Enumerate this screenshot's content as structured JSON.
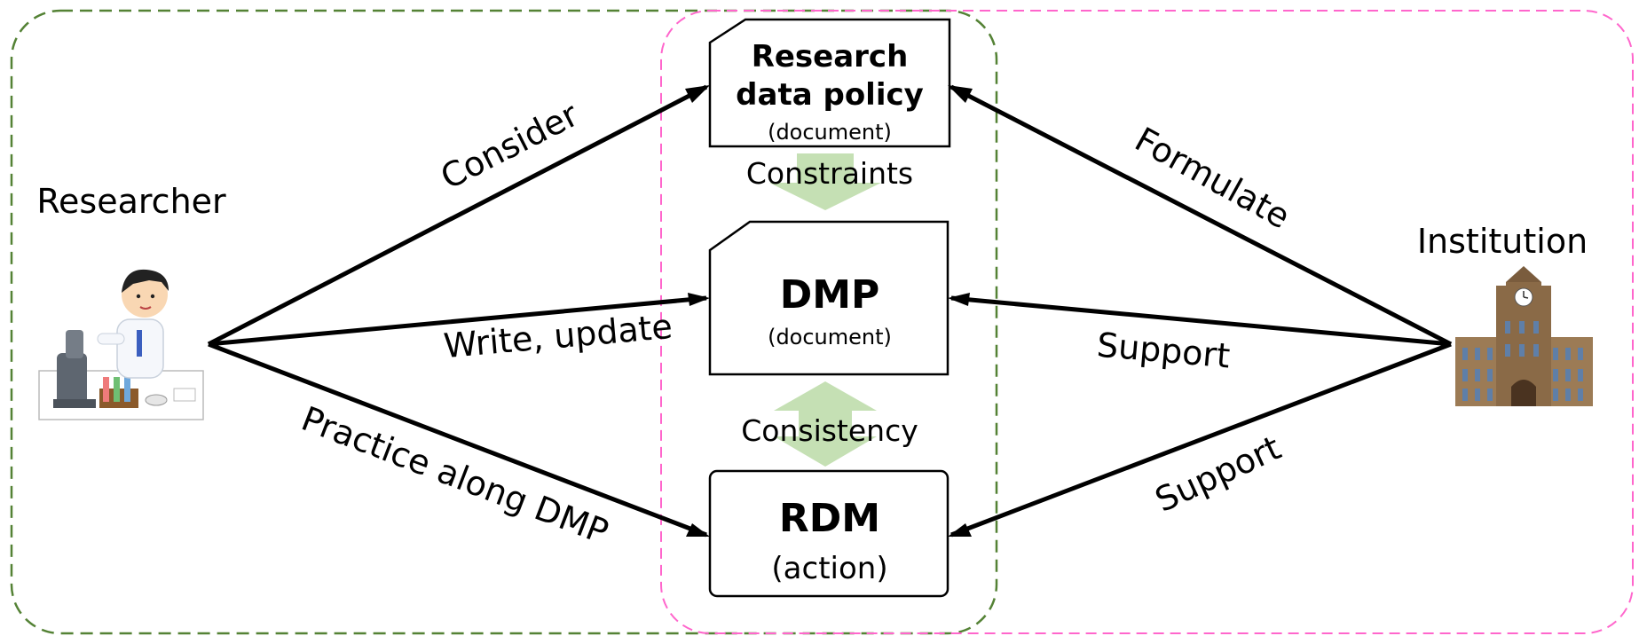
{
  "actors": {
    "researcher": {
      "label": "Researcher"
    },
    "institution": {
      "label": "Institution"
    }
  },
  "nodes": {
    "policy": {
      "title_line1": "Research",
      "title_line2": "data policy",
      "subtitle": "(document)"
    },
    "dmp": {
      "title": "DMP",
      "subtitle": "(document)"
    },
    "rdm": {
      "title": "RDM",
      "subtitle": "(action)"
    }
  },
  "relations": {
    "constraints": "Constraints",
    "consistency": "Consistency"
  },
  "edges": {
    "consider": "Consider",
    "write_update": "Write, update",
    "practice": "Practice along DMP",
    "formulate": "Formulate",
    "support_dmp": "Support",
    "support_rdm": "Support"
  },
  "colors": {
    "researcher_region": "#548235",
    "institution_region": "#ff66cc",
    "relation_arrow": "#c5e0b4",
    "stroke": "#000000"
  }
}
